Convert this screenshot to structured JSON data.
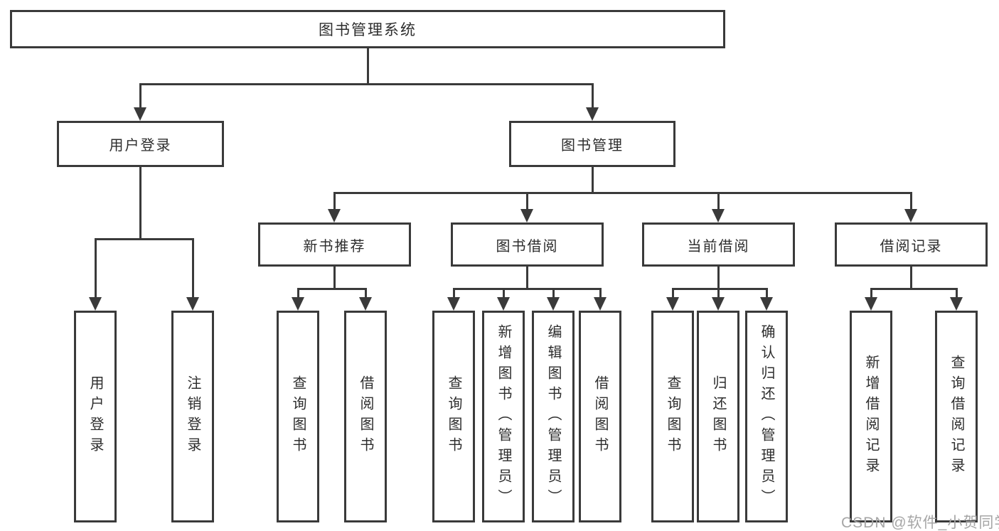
{
  "diagram": {
    "root": {
      "label": "图书管理系统"
    },
    "level2": [
      {
        "label": "用户登录"
      },
      {
        "label": "图书管理"
      }
    ],
    "level3": [
      {
        "label": "新书推荐"
      },
      {
        "label": "图书借阅"
      },
      {
        "label": "当前借阅"
      },
      {
        "label": "借阅记录"
      }
    ],
    "leaves": [
      {
        "label": "用户登录"
      },
      {
        "label": "注销登录"
      },
      {
        "label": "查询图书"
      },
      {
        "label": "借阅图书"
      },
      {
        "label": "查询图书"
      },
      {
        "label": "新增图书（管理员）"
      },
      {
        "label": "编辑图书（管理员）"
      },
      {
        "label": "借阅图书"
      },
      {
        "label": "查询图书"
      },
      {
        "label": "归还图书"
      },
      {
        "label": "确认归还（管理员）"
      },
      {
        "label": "新增借阅记录"
      },
      {
        "label": "查询借阅记录"
      }
    ]
  },
  "watermark": {
    "text": "CSDN @软件_小贺同学"
  },
  "colors": {
    "line": "#3a3a3a",
    "text": "#2d2d2d",
    "background": "#ffffff",
    "watermark": "#a6a6a6"
  }
}
